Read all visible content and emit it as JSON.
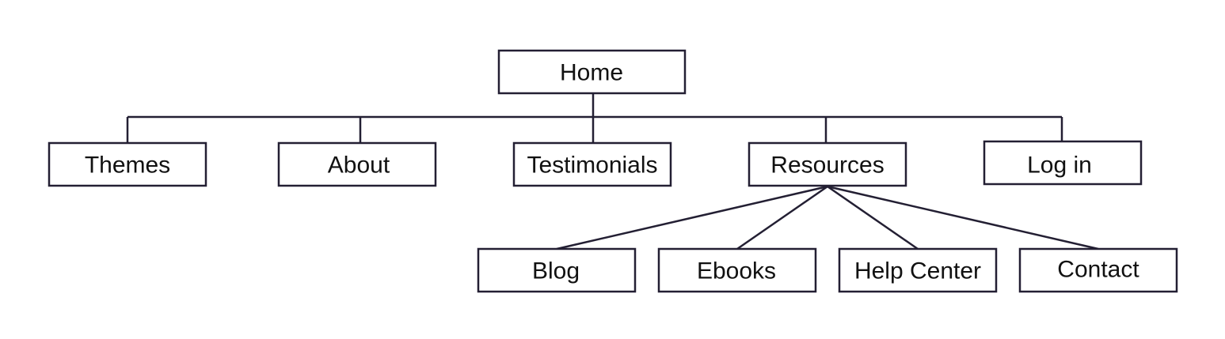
{
  "colors": {
    "stroke": "#231f33",
    "box_fill": "#ffffff",
    "text": "#111111",
    "background": "#ffffff"
  },
  "nodes": {
    "home": "Home",
    "themes": "Themes",
    "about": "About",
    "testimonials": "Testimonials",
    "resources": "Resources",
    "login": "Log in",
    "blog": "Blog",
    "ebooks": "Ebooks",
    "help_center": "Help Center",
    "contact": "Contact"
  },
  "edges": [
    [
      "home",
      "themes"
    ],
    [
      "home",
      "about"
    ],
    [
      "home",
      "testimonials"
    ],
    [
      "home",
      "resources"
    ],
    [
      "home",
      "login"
    ],
    [
      "resources",
      "blog"
    ],
    [
      "resources",
      "ebooks"
    ],
    [
      "resources",
      "help_center"
    ],
    [
      "resources",
      "contact"
    ]
  ]
}
